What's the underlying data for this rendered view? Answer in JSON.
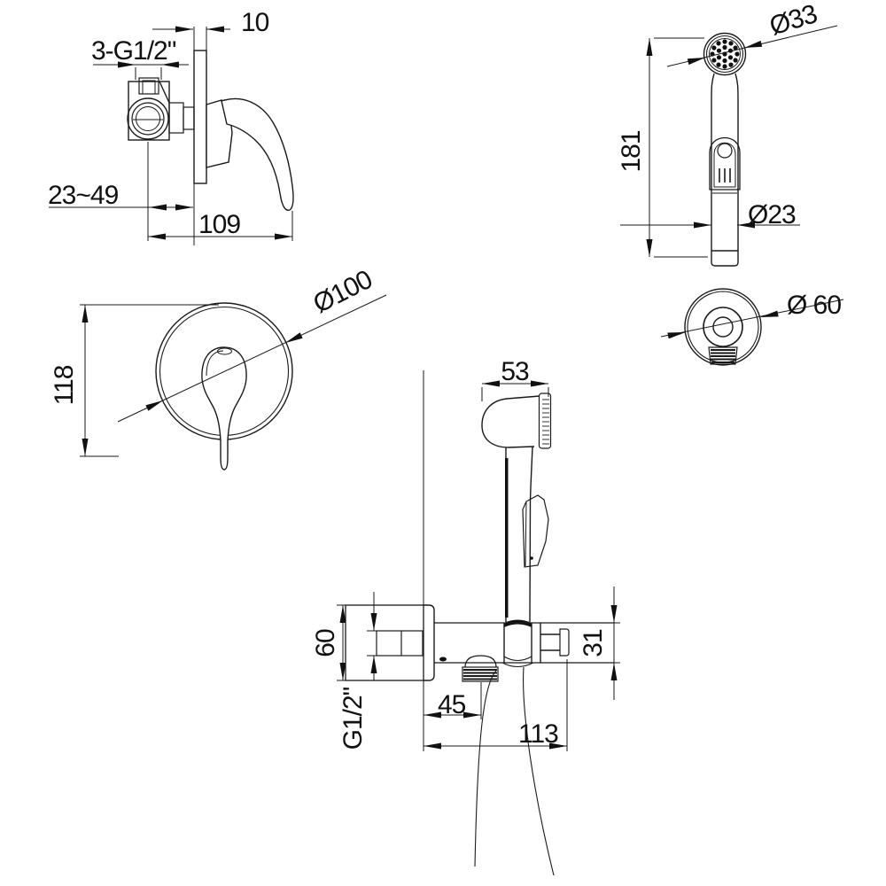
{
  "drawing": {
    "background_color": "#ffffff",
    "line_color": "#1a1a1a",
    "dimensions": {
      "mixer_side": {
        "plate_thickness": "10",
        "thread_ports": "3-G1/2\"",
        "wall_depth_range": "23~49",
        "body_length": "109"
      },
      "sprayer_front": {
        "head_diameter": "Ø33",
        "total_height": "181",
        "body_diameter": "Ø23"
      },
      "outlet_front": {
        "diameter": "Ø 60"
      },
      "mixer_front": {
        "plate_diameter": "Ø100",
        "overall_height": "118"
      },
      "sprayer_side": {
        "head_depth": "53"
      },
      "bracket_side": {
        "plate_height": "60",
        "thread": "G1/2\"",
        "cap_offset": "45",
        "outlet_offset": "113",
        "arm_height": "31"
      }
    }
  }
}
